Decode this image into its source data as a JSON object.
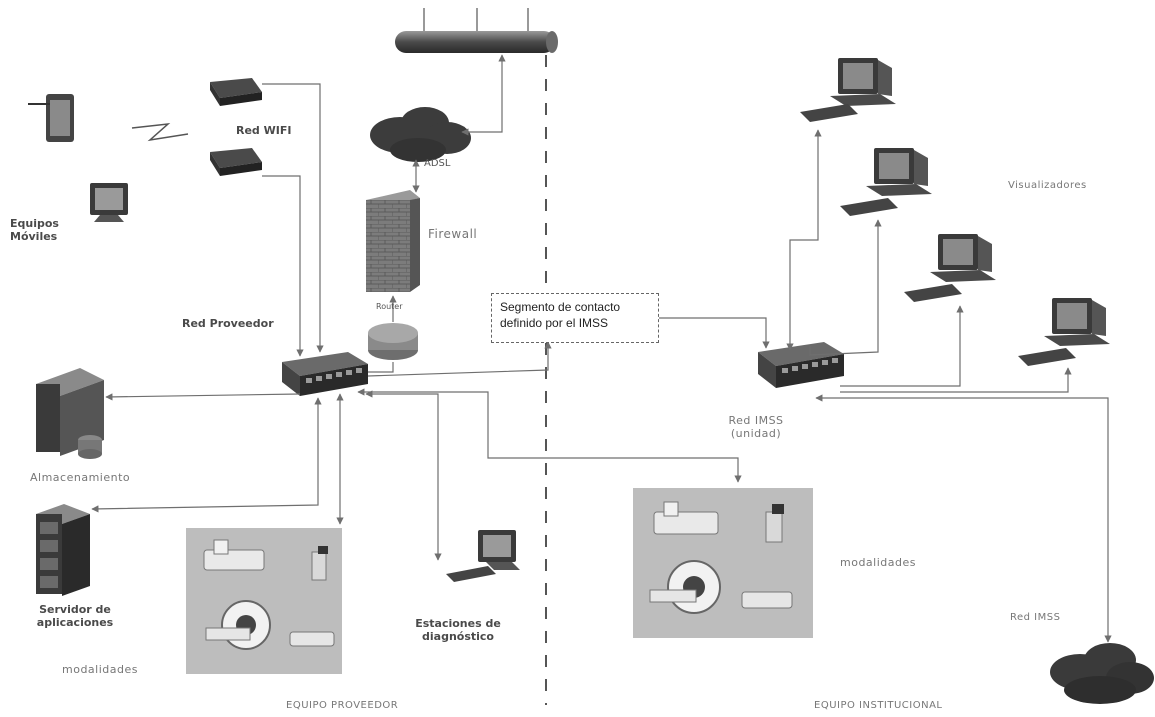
{
  "diagram": {
    "labels": {
      "red_wifi": "Red WIFI",
      "adsl": "ADSL",
      "firewall": "Firewall",
      "router": "Router",
      "equipos_moviles": "Equipos\nMóviles",
      "red_proveedor": "Red Proveedor",
      "segmento_line1": "Segmento de contacto",
      "segmento_line2": "definido por el IMSS",
      "almacenamiento": "Almacenamiento",
      "servidor_line1": "Servidor de",
      "servidor_line2": "aplicaciones",
      "modalidades_left": "modalidades",
      "estaciones_line1": "Estaciones de",
      "estaciones_line2": "diagnóstico",
      "red_imss_line1": "Red IMSS",
      "red_imss_line2": "(unidad)",
      "visualizadores": "Visualizadores",
      "modalidades_right": "modalidades",
      "red_imss_cloud": "Red IMSS",
      "equipo_proveedor": "EQUIPO PROVEEDOR",
      "equipo_institucional": "EQUIPO INSTITUCIONAL"
    },
    "colors": {
      "line": "#6f6f6f",
      "device_dark": "#2f2f2f",
      "cloud": "#3c3c3c",
      "photo_bg": "#bdbdbd"
    }
  }
}
